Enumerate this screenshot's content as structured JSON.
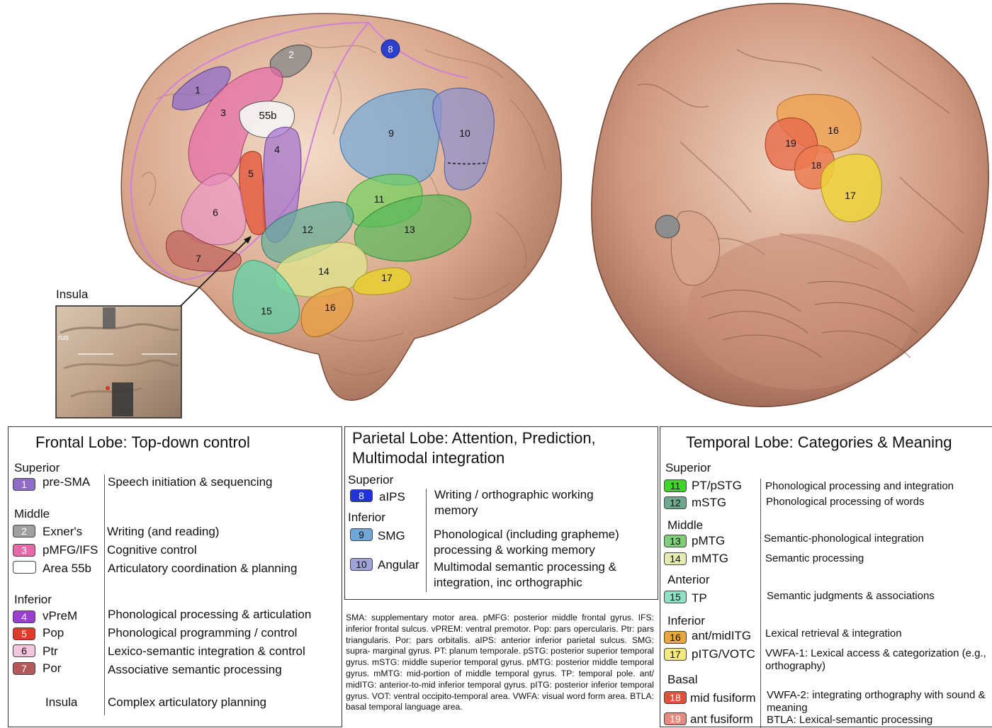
{
  "inset": {
    "label": "Insula",
    "photo_text": "rus"
  },
  "lateral_regions": [
    {
      "num": "1",
      "color": "#8e6cc7"
    },
    {
      "num": "2",
      "color": "#8a8a8a"
    },
    {
      "num": "3",
      "color": "#e66aa8"
    },
    {
      "num": "55b",
      "color": "#f4f1f0"
    },
    {
      "num": "4",
      "color": "#a06fcf"
    },
    {
      "num": "5",
      "color": "#e2573c"
    },
    {
      "num": "6",
      "color": "#e995c0"
    },
    {
      "num": "7",
      "color": "#c0615c"
    },
    {
      "num": "8",
      "color": "#2d3fcf"
    },
    {
      "num": "9",
      "color": "#6fa7d8"
    },
    {
      "num": "10",
      "color": "#8c92cf"
    },
    {
      "num": "11",
      "color": "#6fd05a"
    },
    {
      "num": "12",
      "color": "#5fae9a"
    },
    {
      "num": "13",
      "color": "#56b85a"
    },
    {
      "num": "14",
      "color": "#dfe68c"
    },
    {
      "num": "15",
      "color": "#5fd3a8"
    },
    {
      "num": "16",
      "color": "#e9a042"
    },
    {
      "num": "17",
      "color": "#e8d12e"
    }
  ],
  "ventral_regions": [
    {
      "num": "16",
      "color": "#eea050"
    },
    {
      "num": "19",
      "color": "#e66a4a"
    },
    {
      "num": "18",
      "color": "#ec7a50"
    },
    {
      "num": "17",
      "color": "#efd43a"
    }
  ],
  "frontal": {
    "title": "Frontal Lobe: Top-down control",
    "sections": {
      "superior": "Superior",
      "middle": "Middle",
      "inferior": "Inferior"
    },
    "rows": [
      {
        "badge": "1",
        "color": "#8e6cc7",
        "name": "pre-SMA",
        "func": "Speech initiation & sequencing"
      },
      {
        "badge": "2",
        "color": "#a0a0a0",
        "name": "Exner's",
        "func": "Writing (and reading)"
      },
      {
        "badge": "3",
        "color": "#e66aa8",
        "name": "pMFG/IFS",
        "func": "Cognitive control"
      },
      {
        "badge": "",
        "color": "#ffffff",
        "name": "Area 55b",
        "func": "Articulatory coordination & planning"
      },
      {
        "badge": "4",
        "color": "#9a3fcf",
        "name": "vPreM",
        "func": "Phonological processing & articulation"
      },
      {
        "badge": "5",
        "color": "#e23a2a",
        "name": "Pop",
        "func": "Phonological programming / control"
      },
      {
        "badge": "6",
        "color": "#f2c6e0",
        "name": "Ptr",
        "func": "Lexico-semantic integration & control"
      },
      {
        "badge": "7",
        "color": "#b5585a",
        "name": "Por",
        "func": "Associative semantic processing"
      },
      {
        "badge": "",
        "color": "",
        "name": "Insula",
        "func": "Complex articulatory planning"
      }
    ]
  },
  "parietal": {
    "title_line1": "Parietal Lobe: Attention, Prediction,",
    "title_line2": "Multimodal integration",
    "sections": {
      "superior": "Superior",
      "inferior": "Inferior"
    },
    "rows": [
      {
        "badge": "8",
        "color": "#1f33d6",
        "name": "aIPS",
        "func": "Writing / orthographic working memory"
      },
      {
        "badge": "9",
        "color": "#6fa7d8",
        "name": "SMG",
        "func": "Phonological (including grapheme) processing & working memory"
      },
      {
        "badge": "10",
        "color": "#9ea4d8",
        "name": "Angular",
        "func": "Multimodal semantic processing & integration, inc orthographic"
      }
    ],
    "abbreviations": "SMA: supplementary motor area. pMFG: posterior middle frontal gyrus. IFS: inferior frontal sulcus. vPREM: ventral premotor. Pop: pars opercularis. Ptr: pars triangularis. Por: pars orbitalis. aIPS: anterior inferior parietal sulcus. SMG: supra- marginal gyrus. PT: planum temporale. pSTG: posterior superior temporal gyrus. mSTG: middle superior temporal gyrus. pMTG: posterior middle temporal gyrus. mMTG: mid-portion of middle temporal gyrus. TP: temporal pole. ant/ midITG: anterior-to-mid inferior temporal gyrus. pITG: posterior inferior temporal gyrus. VOT: ventral occipito-temporal area. VWFA: visual word form area. BTLA: basal temporal language area."
  },
  "temporal": {
    "title": "Temporal Lobe:  Categories & Meaning",
    "sections": {
      "superior": "Superior",
      "middle": "Middle",
      "anterior": "Anterior",
      "inferior": "Inferior",
      "basal": "Basal"
    },
    "rows": [
      {
        "badge": "11",
        "color": "#3fd62a",
        "name": "PT/pSTG",
        "func": "Phonological processing and integration"
      },
      {
        "badge": "12",
        "color": "#6faa8f",
        "name": "mSTG",
        "func": "Phonological processing of words"
      },
      {
        "badge": "13",
        "color": "#7fcf7a",
        "name": "pMTG",
        "func": "Semantic-phonological integration"
      },
      {
        "badge": "14",
        "color": "#e6ebb0",
        "name": "mMTG",
        "func": "Semantic processing"
      },
      {
        "badge": "15",
        "color": "#8fe0c6",
        "name": "TP",
        "func": "Semantic judgments & associations"
      },
      {
        "badge": "16",
        "color": "#eaa838",
        "name": "ant/midITG",
        "func": "Lexical retrieval & integration"
      },
      {
        "badge": "17",
        "color": "#f3ea7a",
        "name": "pITG/VOTC",
        "func": "VWFA-1: Lexical access & categorization (e.g., orthography)"
      },
      {
        "badge": "18",
        "color": "#e2503a",
        "name": "mid fusiform",
        "func": "VWFA-2: integrating orthography with sound & meaning"
      },
      {
        "badge": "19",
        "color": "#e58a7e",
        "name": "ant fusiform",
        "func": "BTLA: Lexical-semantic processing"
      }
    ]
  }
}
